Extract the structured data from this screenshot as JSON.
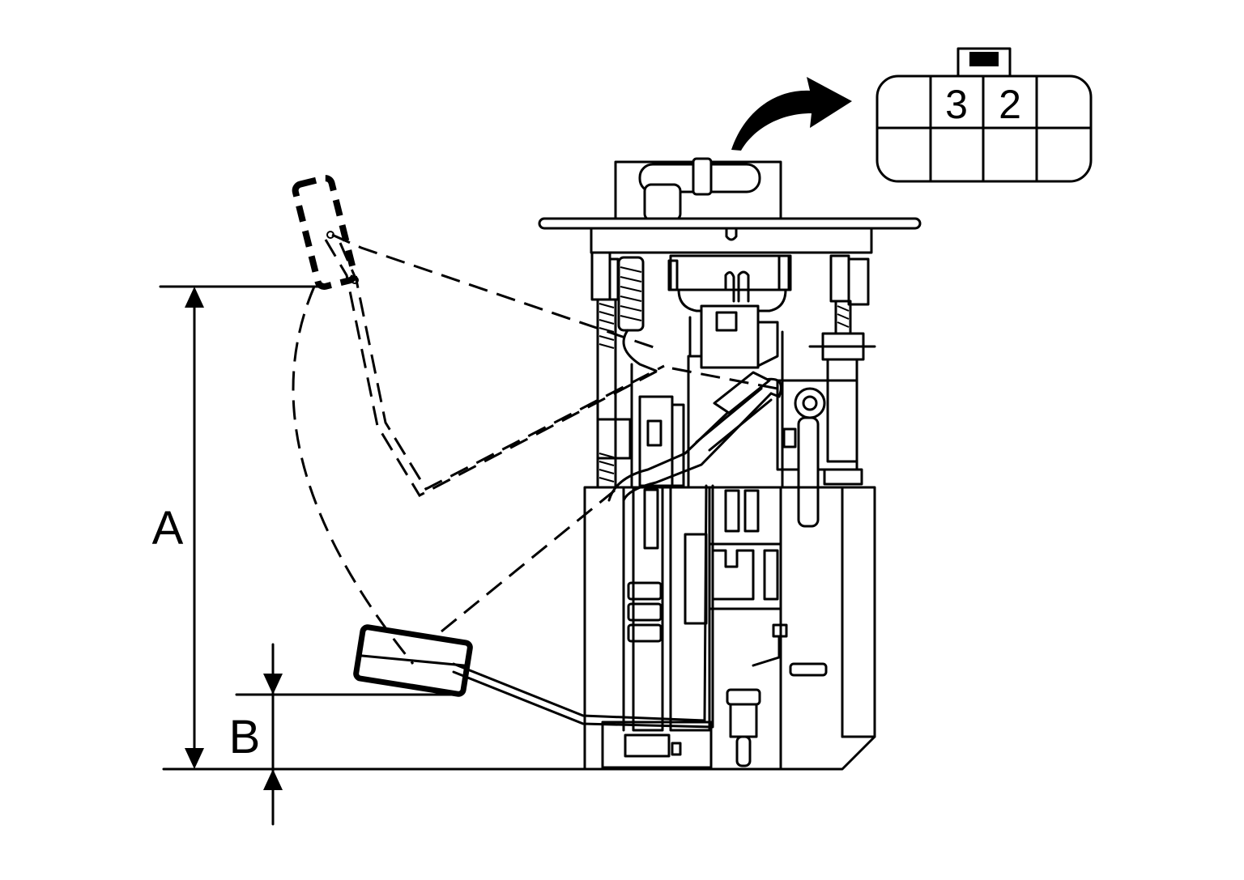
{
  "labels": {
    "dim_a": "A",
    "dim_b": "B"
  },
  "connector": {
    "pin_left": "3",
    "pin_right": "2"
  },
  "colors": {
    "line": "#000000",
    "background": "#ffffff"
  }
}
